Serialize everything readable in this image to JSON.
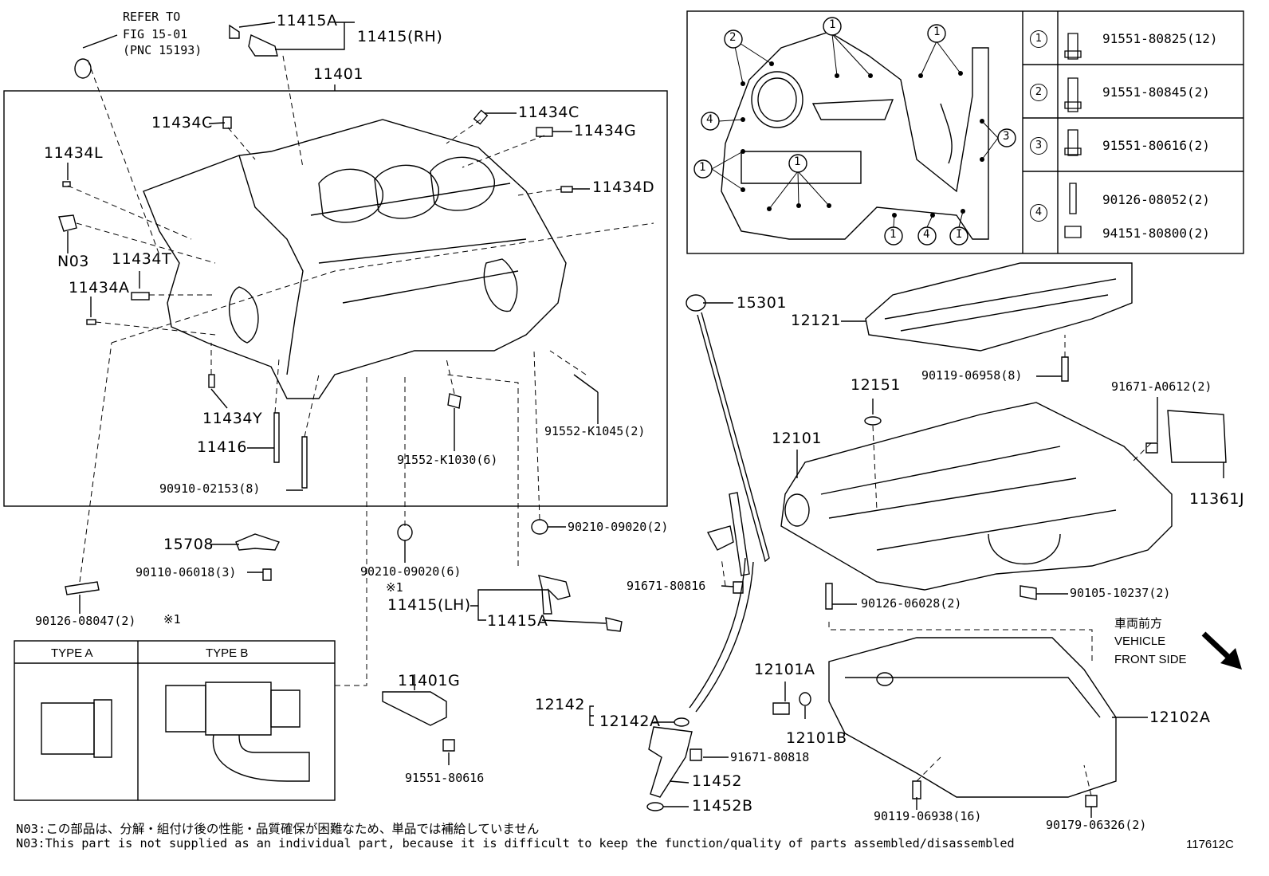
{
  "labels": {
    "refer": [
      "REFER TO",
      "FIG 15-01",
      "(PNC 15193)"
    ],
    "p11415A_top": "11415A",
    "p11415RH": "11415(RH)",
    "p11401": "11401",
    "p11434C_l": "11434C",
    "p11434C_r": "11434C",
    "p11434G": "11434G",
    "p11434L": "11434L",
    "p11434D": "11434D",
    "pN03": "N03",
    "p11434T": "11434T",
    "p11434A": "11434A",
    "p11434Y": "11434Y",
    "p11416": "11416",
    "p90910": "90910-02153(8)",
    "p91552K1030": "91552-K1030(6)",
    "p91552K1045": "91552-K1045(2)",
    "p15708": "15708",
    "p90110": "90110-06018(3)",
    "p90126_08047": "90126-08047(2)",
    "p90210_left": "90210-09020(6)",
    "p90210_right": "90210-09020(2)",
    "asterisk1_a": "※1",
    "asterisk1_b": "※1",
    "p11415LH": "11415(LH)",
    "p11415A_bot": "11415A",
    "p11401G": "11401G",
    "p91551_80616b": "91551-80616",
    "p15301": "15301",
    "p12121": "12121",
    "p90119_06958": "90119-06958(8)",
    "p12151": "12151",
    "p12101": "12101",
    "p91671A0612": "91671-A0612(2)",
    "p11361J": "11361J",
    "p91671_80816": "91671-80816",
    "p90126_06028": "90126-06028(2)",
    "p90105": "90105-10237(2)",
    "p12101A": "12101A",
    "p12101B": "12101B",
    "p12142": "12142",
    "p12142A": "12142A",
    "p91671_80818": "91671-80818",
    "p11452": "11452",
    "p11452B": "11452B",
    "p12102A": "12102A",
    "p90119_06938": "90119-06938(16)",
    "p90179": "90179-06326(2)",
    "vehicle_jp": "車両前方",
    "vehicle_en1": "VEHICLE",
    "vehicle_en2": "FRONT SIDE",
    "fig_code": "117612C"
  },
  "type_table": {
    "type_a": "TYPE A",
    "type_b": "TYPE B"
  },
  "bolt_table": [
    {
      "num": "1",
      "parts": [
        "91551-80825(12)"
      ]
    },
    {
      "num": "2",
      "parts": [
        "91551-80845(2)"
      ]
    },
    {
      "num": "3",
      "parts": [
        "91551-80616(2)"
      ]
    },
    {
      "num": "4",
      "parts": [
        "90126-08052(2)",
        "94151-80800(2)"
      ]
    }
  ],
  "callouts": [
    "1",
    "2",
    "4",
    "1",
    "1",
    "1",
    "3",
    "1",
    "4",
    "I"
  ],
  "notes": {
    "jp": "N03:この部品は、分解・組付け後の性能・品質確保が困難なため、単品では補給していません",
    "en": "N03:This part is not supplied as an individual part, because it is difficult to keep the function/quality of parts assembled/disassembled"
  }
}
